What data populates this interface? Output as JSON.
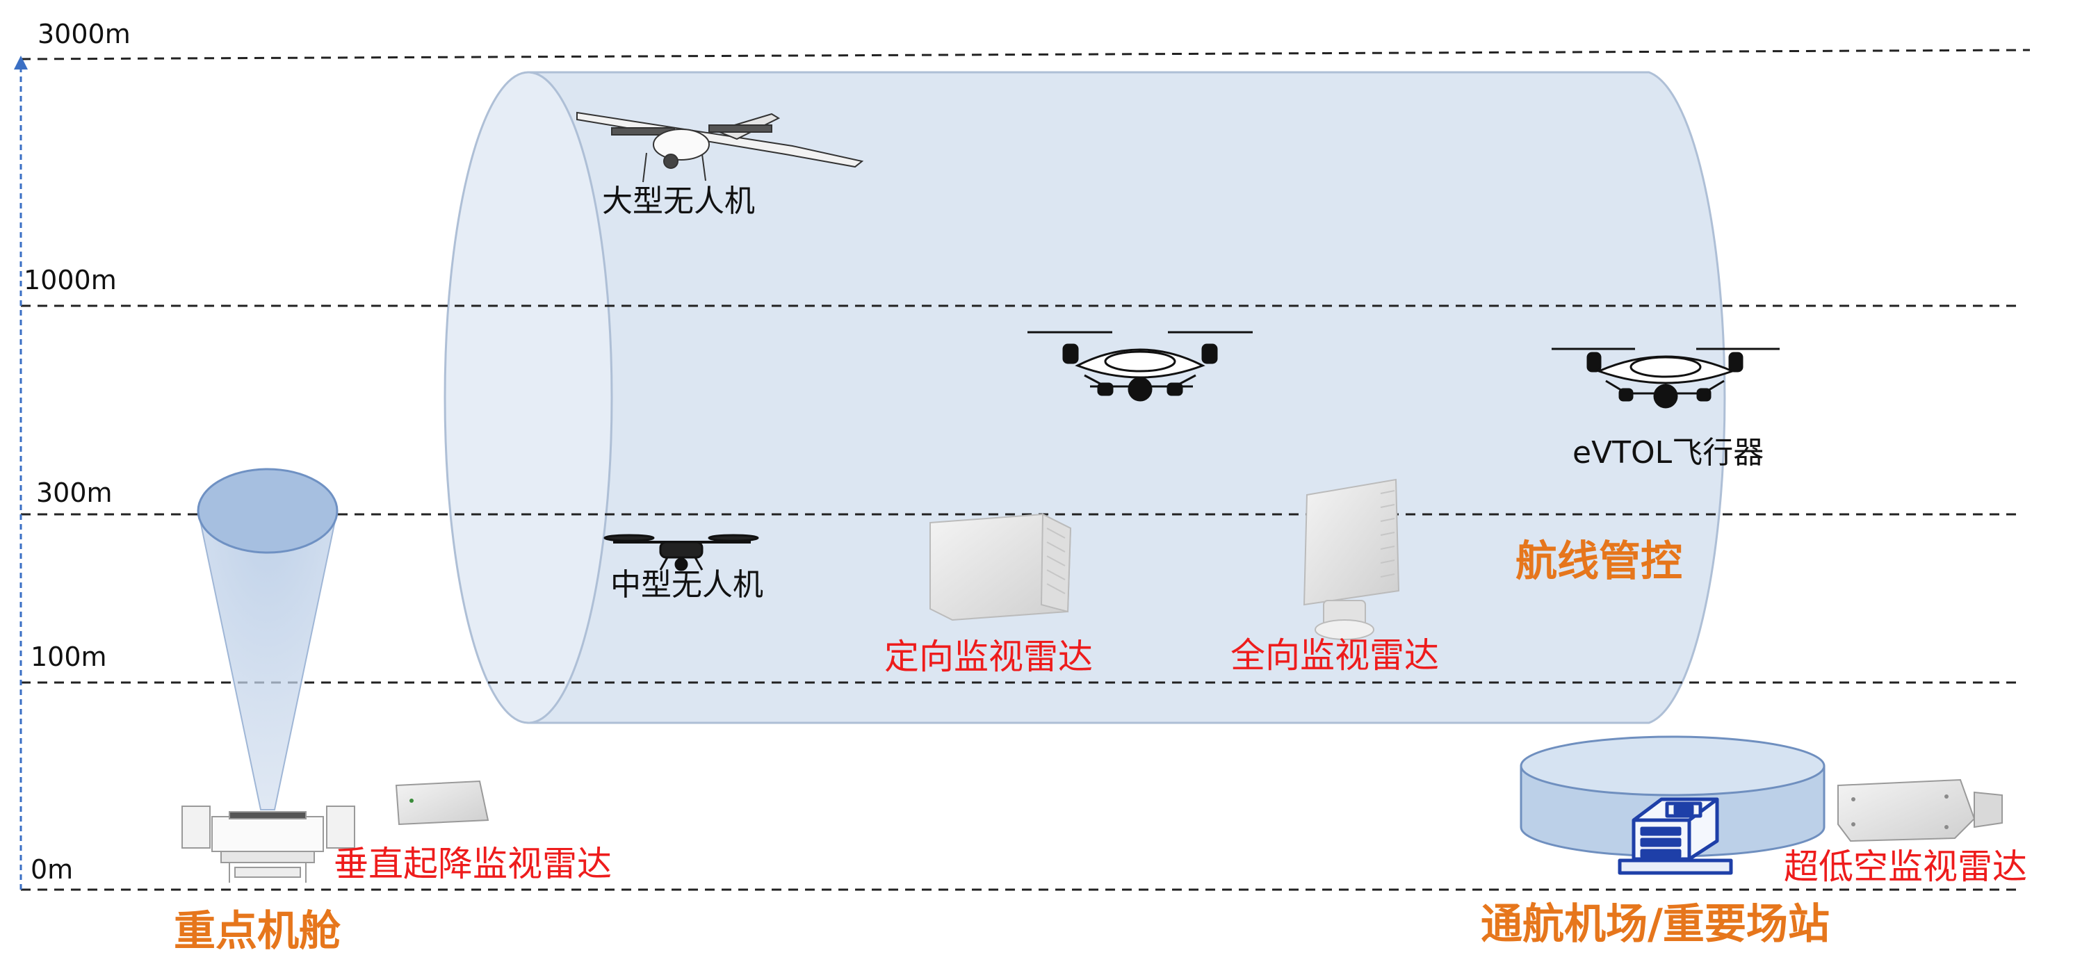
{
  "altitudes": [
    {
      "label": "3000m"
    },
    {
      "label": "1000m"
    },
    {
      "label": "300m"
    },
    {
      "label": "100m"
    },
    {
      "label": "0m"
    }
  ],
  "aircraft": {
    "large_uav": "大型无人机",
    "medium_uav": "中型无人机",
    "evtol": "eVTOL飞行器"
  },
  "radars": {
    "directional": "定向监视雷达",
    "omnidirectional": "全向监视雷达",
    "vtol": "垂直起降监视雷达",
    "low_altitude": "超低空监视雷达"
  },
  "zones": {
    "route_control": "航线管控",
    "key_hangar": "重点机舱",
    "airport": "通航机场/重要场站"
  },
  "colors": {
    "cylinder_fill": "#dce6f2",
    "cylinder_stroke": "#aebfd6",
    "red_label": "#ee1c1c",
    "orange_label": "#e6761c",
    "axis_arrow": "#3a6fc4"
  }
}
